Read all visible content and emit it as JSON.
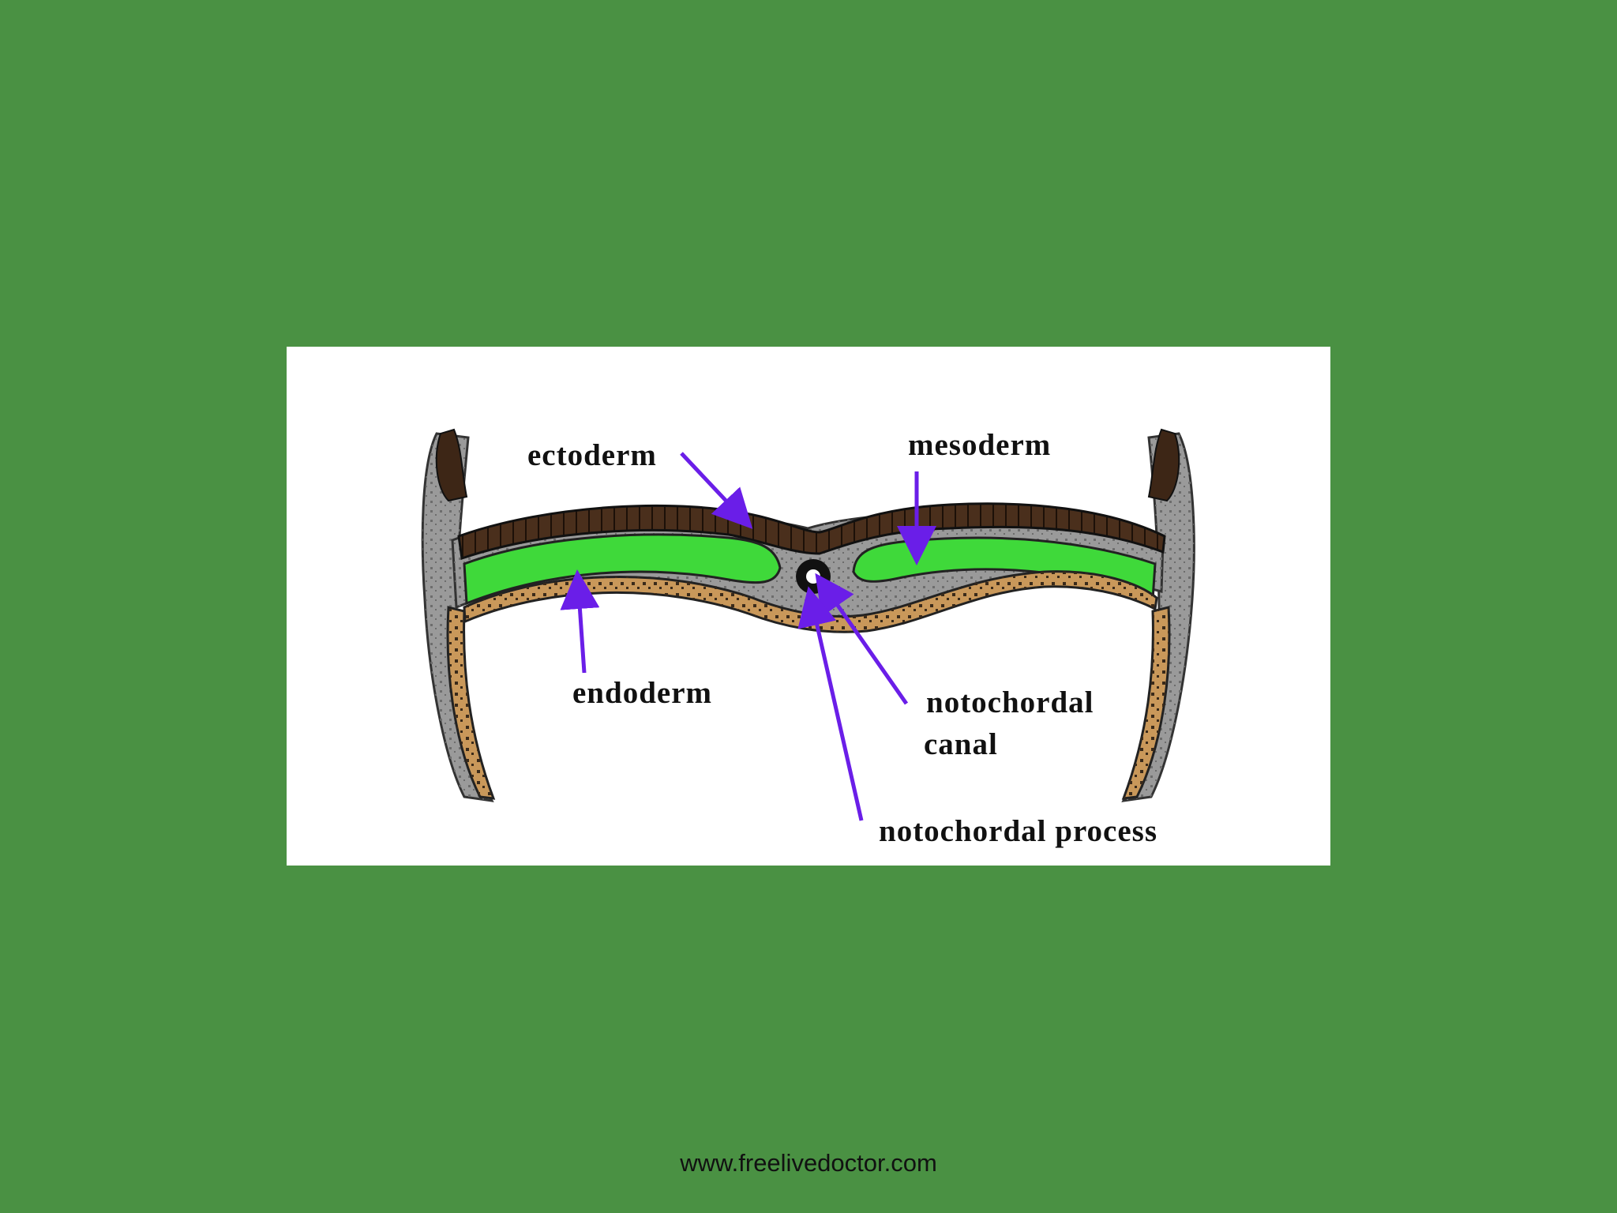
{
  "diagram": {
    "labels": {
      "ectoderm": "ectoderm",
      "mesoderm": "mesoderm",
      "endoderm": "endoderm",
      "notochordal_canal_line1": "notochordal",
      "notochordal_canal_line2": "canal",
      "notochordal_process": "notochordal process"
    },
    "colors": {
      "background": "#4a9143",
      "panel": "#ffffff",
      "ectoderm": "#4a2f1c",
      "mesoderm": "#3fd93a",
      "endoderm": "#c9985a",
      "connective": "#9a9a9a",
      "arrow": "#6a1ee8"
    }
  },
  "footer": {
    "url": "www.freelivedoctor.com"
  }
}
